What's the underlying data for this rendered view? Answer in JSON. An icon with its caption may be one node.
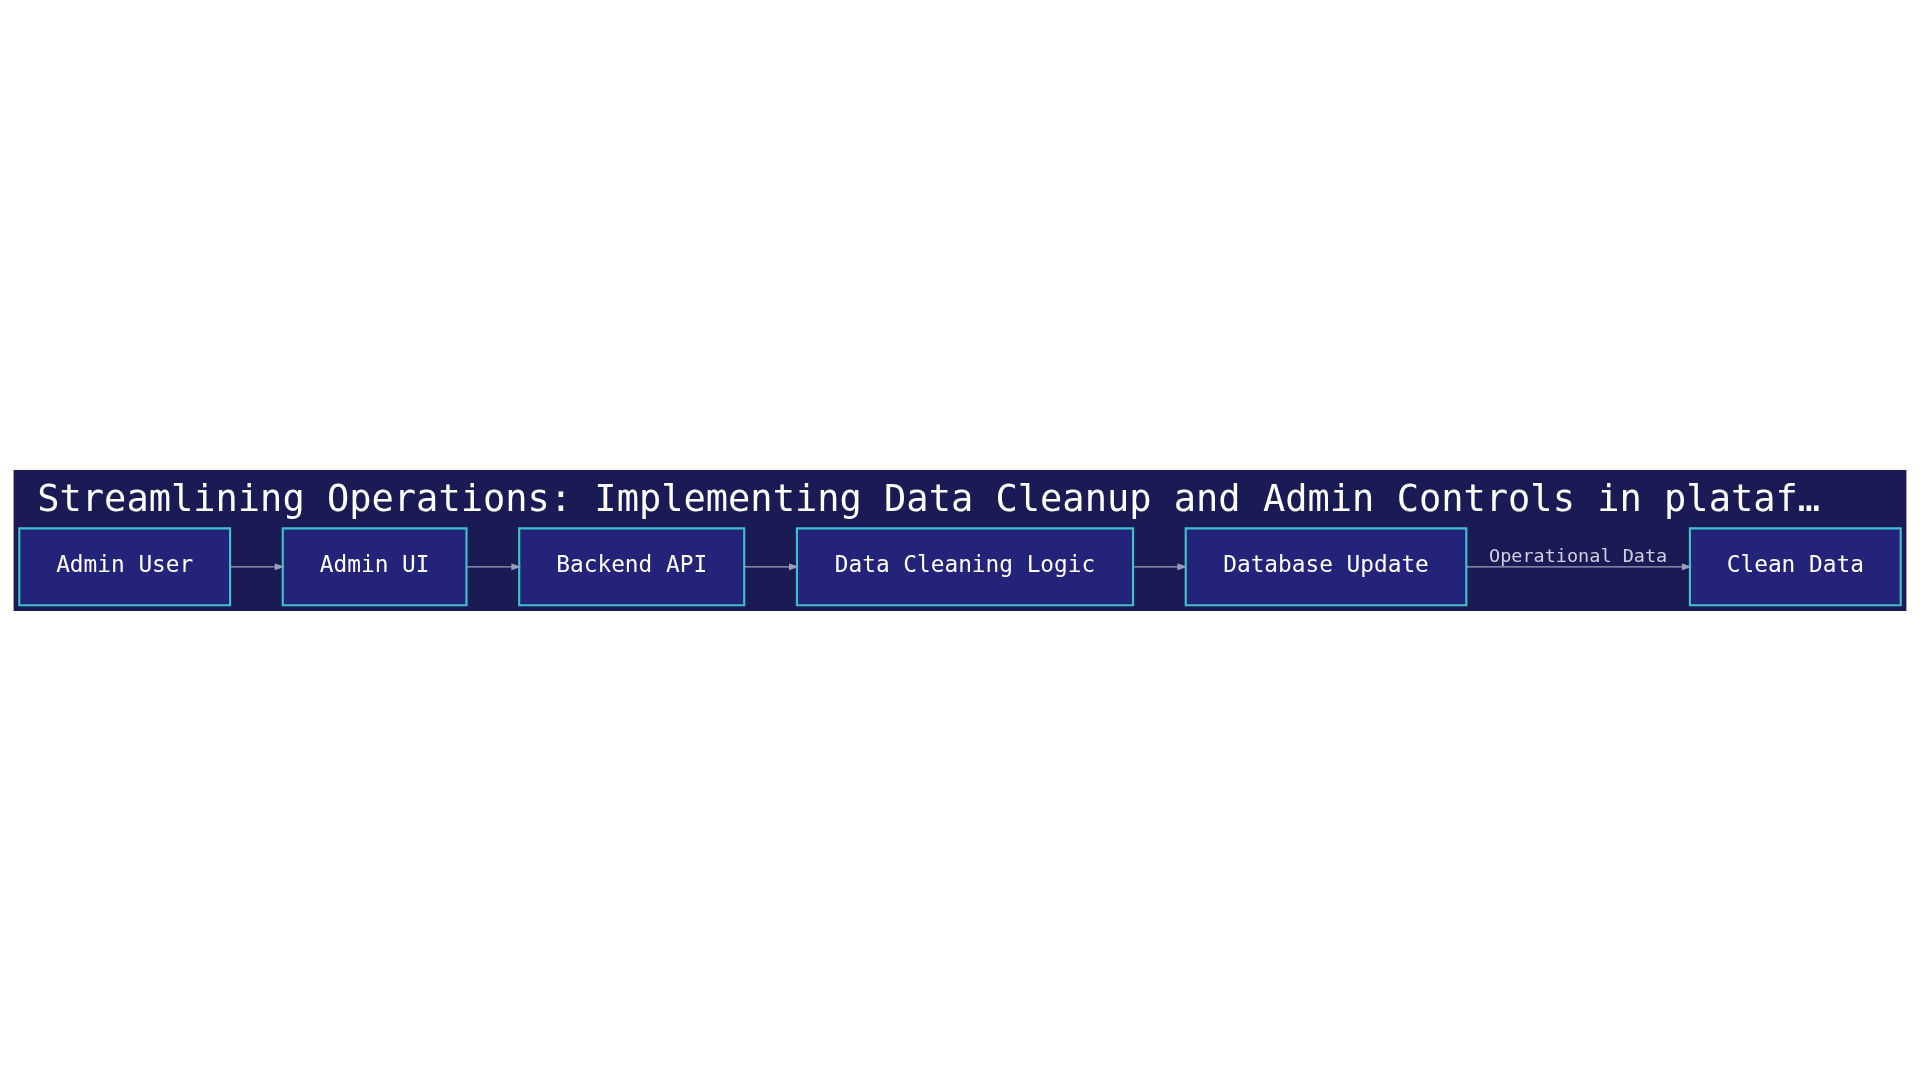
{
  "diagram": {
    "title": "Streamlining Operations: Implementing Data Cleanup and Admin Controls in plataf…",
    "nodes": [
      {
        "text": [
          "Admin User"
        ]
      },
      {
        "text": [
          "Admin UI"
        ]
      },
      {
        "text": [
          "Backend API"
        ]
      },
      {
        "text": [
          "Data Cleaning Logic"
        ]
      },
      {
        "text": [
          "Database Update"
        ]
      },
      {
        "text": [
          "Clean Data"
        ]
      }
    ],
    "edges": [
      {
        "from": 0,
        "to": 1,
        "arrow": "to"
      },
      {
        "from": 1,
        "to": 2,
        "arrow": "to"
      },
      {
        "from": 2,
        "to": 3,
        "arrow": "to"
      },
      {
        "from": 3,
        "to": 4,
        "arrow": "to"
      },
      {
        "from": 4,
        "to": 5,
        "arrow": "to",
        "label": "Operational Data"
      }
    ]
  }
}
